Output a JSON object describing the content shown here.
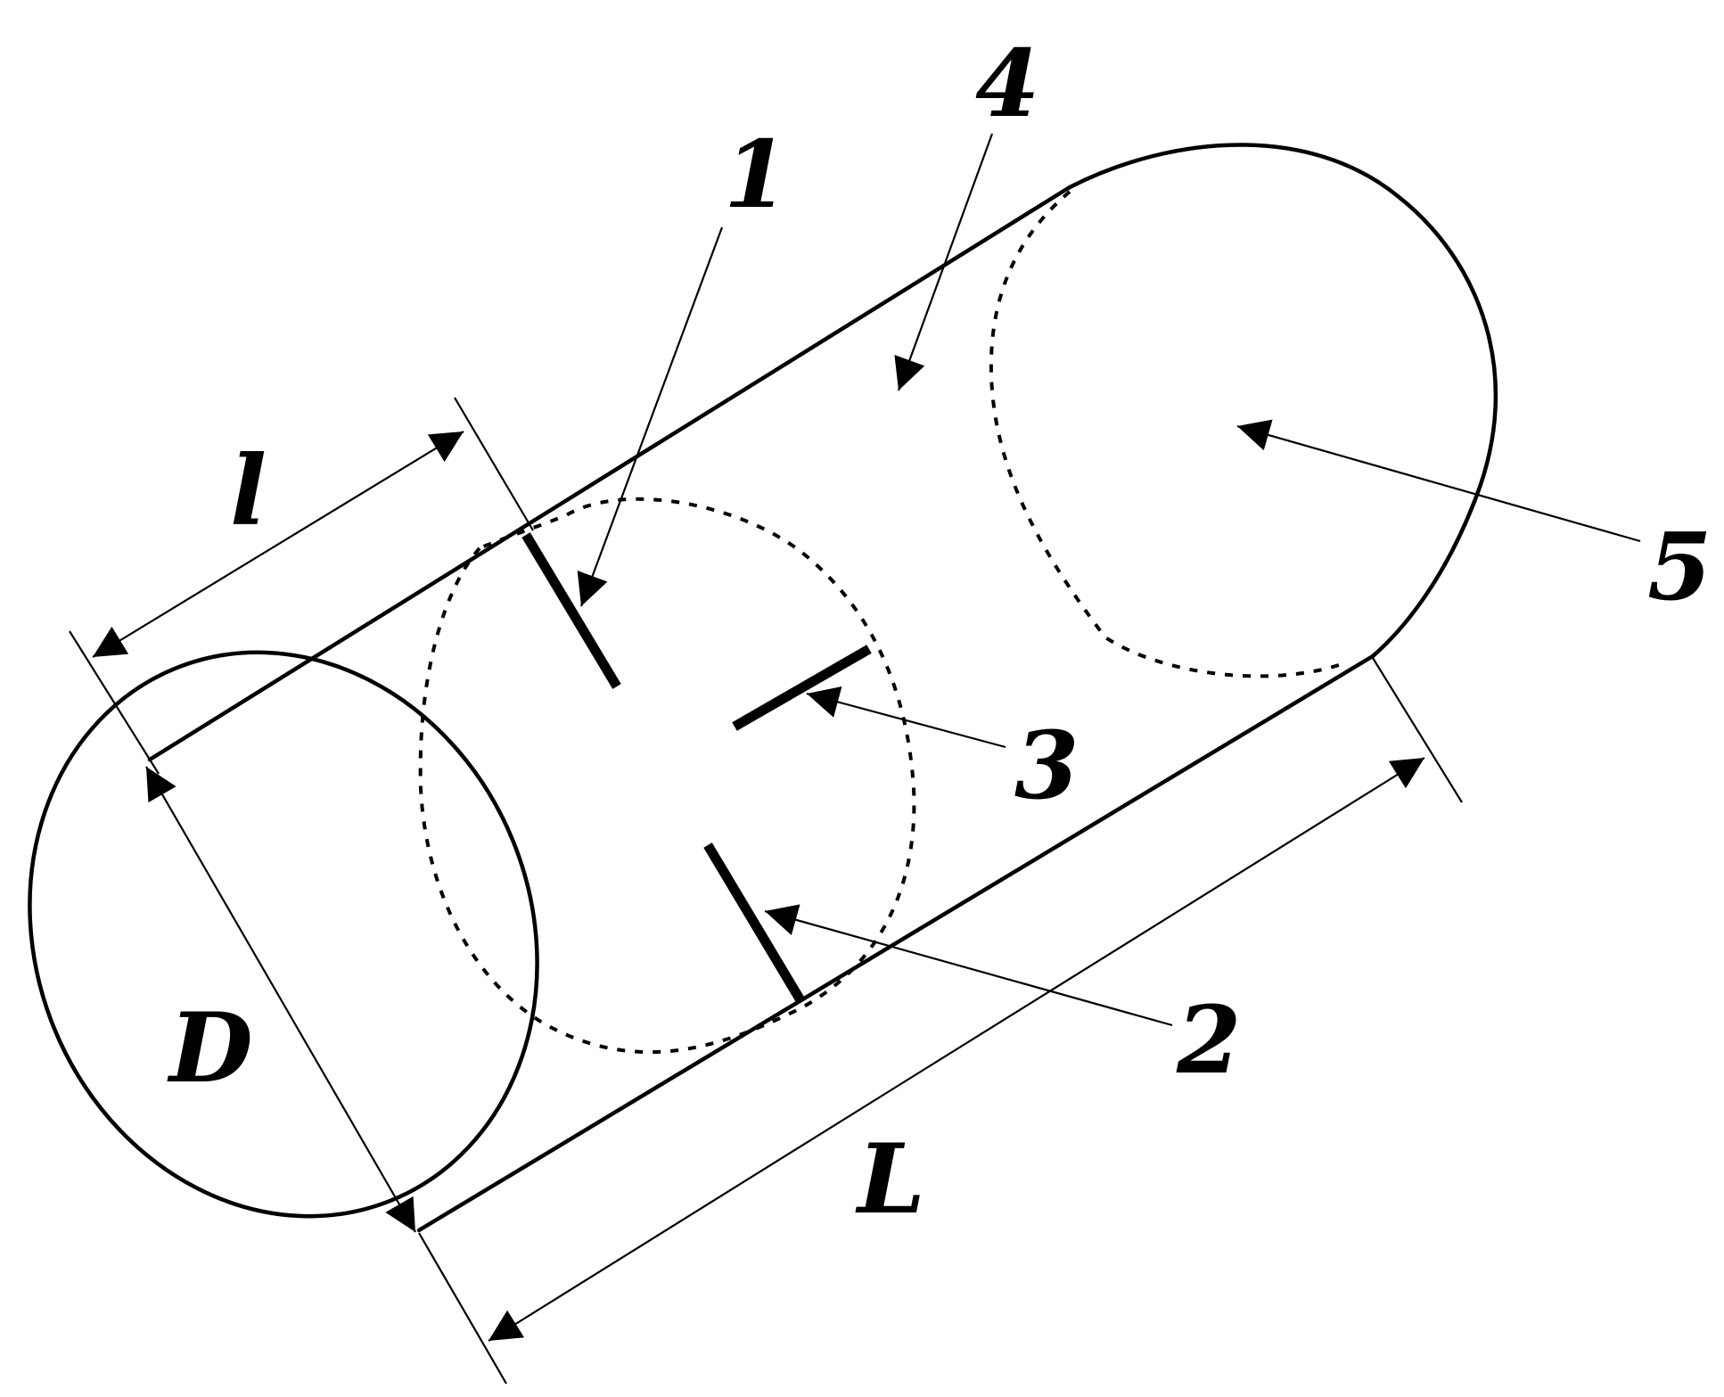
{
  "labels": {
    "part_1": "1",
    "part_2": "2",
    "part_3": "3",
    "part_4": "4",
    "part_5": "5",
    "dim_small_length": "l",
    "dim_diameter": "D",
    "dim_length": "L"
  }
}
